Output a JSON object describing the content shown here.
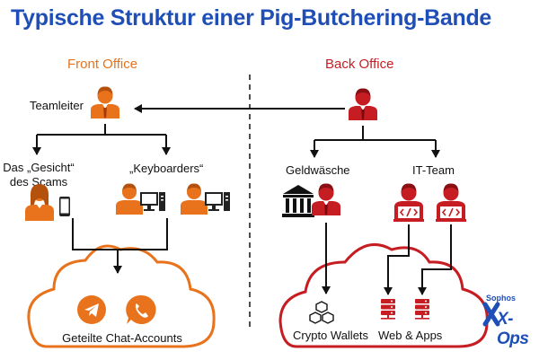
{
  "title": "Typische Struktur einer Pig-Butchering-Bande",
  "sections": {
    "front": {
      "label": "Front Office",
      "color": "#e8731c"
    },
    "back": {
      "label": "Back Office",
      "color": "#c61d23"
    }
  },
  "roles": {
    "teamleiter": "Teamleiter",
    "face_line1": "Das „Gesicht“",
    "face_line2": "des Scams",
    "keyboarders": "„Keyboarders“",
    "geldwaesche": "Geldwäsche",
    "it_team": "IT-Team"
  },
  "clouds": {
    "front": {
      "label": "Geteilte Chat-Accounts",
      "icons": [
        "telegram-icon",
        "whatsapp-icon"
      ]
    },
    "back": {
      "labels": [
        "Crypto Wallets",
        "Web & Apps"
      ],
      "icons": [
        "blockchain-icon",
        "server-icon",
        "server-icon"
      ]
    }
  },
  "brand": {
    "line1": "Sophos",
    "line2": "X-Ops",
    "color": "#1f4fb6"
  }
}
